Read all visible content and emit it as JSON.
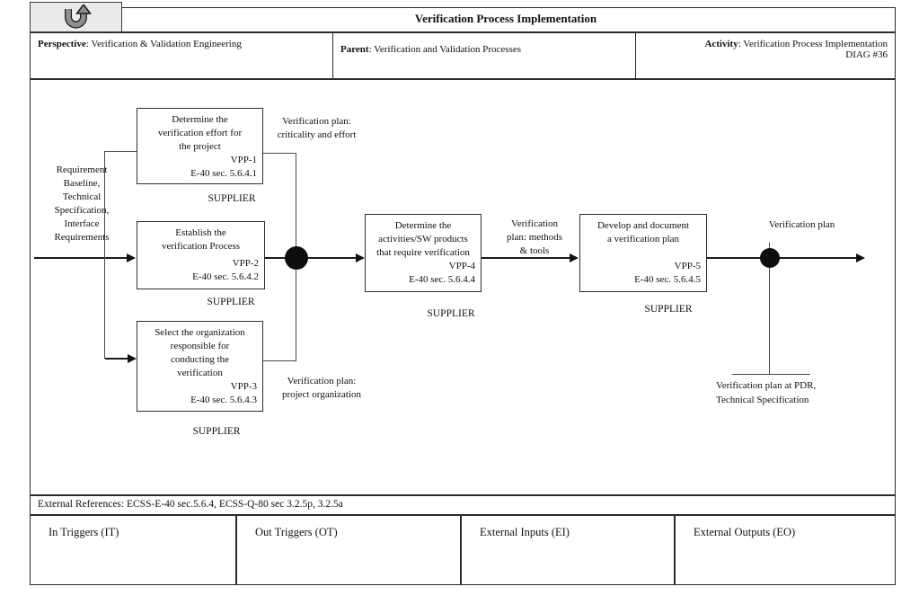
{
  "header": {
    "title": "Verification Process Implementation"
  },
  "icons": {
    "back_button": "u-turn-up-arrow"
  },
  "info": {
    "perspective": {
      "label": "Perspective",
      "value": ": Verification & Validation Engineering"
    },
    "parent": {
      "label": "Parent",
      "value": ": Verification and Validation Processes"
    },
    "activity": {
      "label": "Activity",
      "value": ": Verification Process Implementation",
      "diag": "DIAG #36"
    }
  },
  "diagram": {
    "input_label": "Requirement\nBaseline,\nTechnical\nSpecification,\nInterface\nRequirements",
    "processes": [
      {
        "description": "Determine the\nverification effort for\nthe project",
        "id": "VPP-1",
        "ref": "E-40 sec. 5.6.4.1",
        "role": "SUPPLIER"
      },
      {
        "description": "Establish the\nverification Process",
        "id": "VPP-2",
        "ref": "E-40 sec. 5.6.4.2",
        "role": "SUPPLIER"
      },
      {
        "description": "Select the organization\nresponsible for\nconducting the\nverification",
        "id": "VPP-3",
        "ref": "E-40 sec. 5.6.4.3",
        "role": "SUPPLIER"
      },
      {
        "description": "Determine the\nactivities/SW products\nthat require verification",
        "id": "VPP-4",
        "ref": "E-40 sec. 5.6.4.4",
        "role": "SUPPLIER"
      },
      {
        "description": "Develop and document\na verification plan",
        "id": "VPP-5",
        "ref": "E-40 sec. 5.6.4.5",
        "role": "SUPPLIER"
      }
    ],
    "flow_labels": {
      "criticality": "Verification plan:\ncriticality and effort",
      "project_org": "Verification plan:\nproject organization",
      "methods": "Verification\nplan: methods\n& tools",
      "vplan": "Verification plan",
      "output": "Verification plan at PDR,\nTechnical Specification"
    }
  },
  "footer": {
    "external_references": "External References: ECSS-E-40 sec.5.6.4, ECSS-Q-80 sec 3.2.5p, 3.2.5a",
    "cells": [
      {
        "label": "In Triggers (IT)"
      },
      {
        "label": "Out Triggers (OT)"
      },
      {
        "label": "External Inputs (EI)"
      },
      {
        "label": "External Outputs (EO)"
      }
    ]
  },
  "colors": {
    "button_bg": "#ebebeb",
    "line": "#1c1c1c",
    "text": "#111111"
  }
}
